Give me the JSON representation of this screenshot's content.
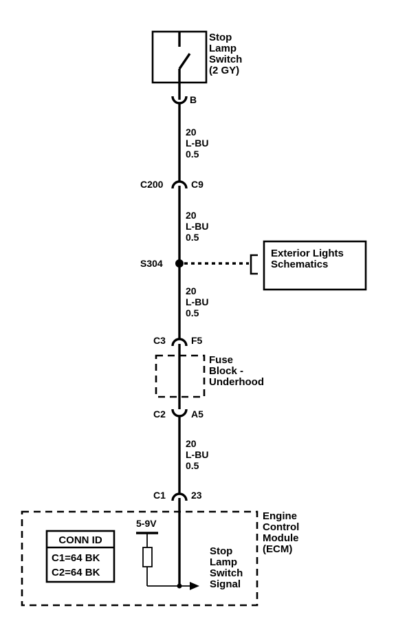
{
  "switch": {
    "lines": [
      "Stop",
      "Lamp",
      "Switch",
      "(2 GY)"
    ],
    "pin": "B"
  },
  "wires": [
    {
      "lines": [
        "20",
        "L-BU",
        "0.5"
      ]
    },
    {
      "lines": [
        "20",
        "L-BU",
        "0.5"
      ]
    },
    {
      "lines": [
        "20",
        "L-BU",
        "0.5"
      ]
    },
    {
      "lines": [
        "20",
        "L-BU",
        "0.5"
      ]
    }
  ],
  "connectors": {
    "c200": {
      "left": "C200",
      "right": "C9"
    },
    "c3": {
      "left": "C3",
      "right": "F5"
    },
    "c2": {
      "left": "C2",
      "right": "A5"
    },
    "c1": {
      "left": "C1",
      "right": "23"
    }
  },
  "splice": {
    "label": "S304"
  },
  "reference": {
    "lines": [
      "Exterior Lights",
      "Schematics"
    ]
  },
  "fuse_block": {
    "lines": [
      "Fuse",
      "Block -",
      "Underhood"
    ]
  },
  "ecm": {
    "lines": [
      "Engine",
      "Control",
      "Module",
      "(ECM)"
    ],
    "voltage": "5-9V",
    "signal_lines": [
      "Stop",
      "Lamp",
      "Switch",
      "Signal"
    ]
  },
  "conn_id": {
    "title": "CONN ID",
    "rows": [
      "C1=64 BK",
      "C2=64 BK"
    ]
  }
}
